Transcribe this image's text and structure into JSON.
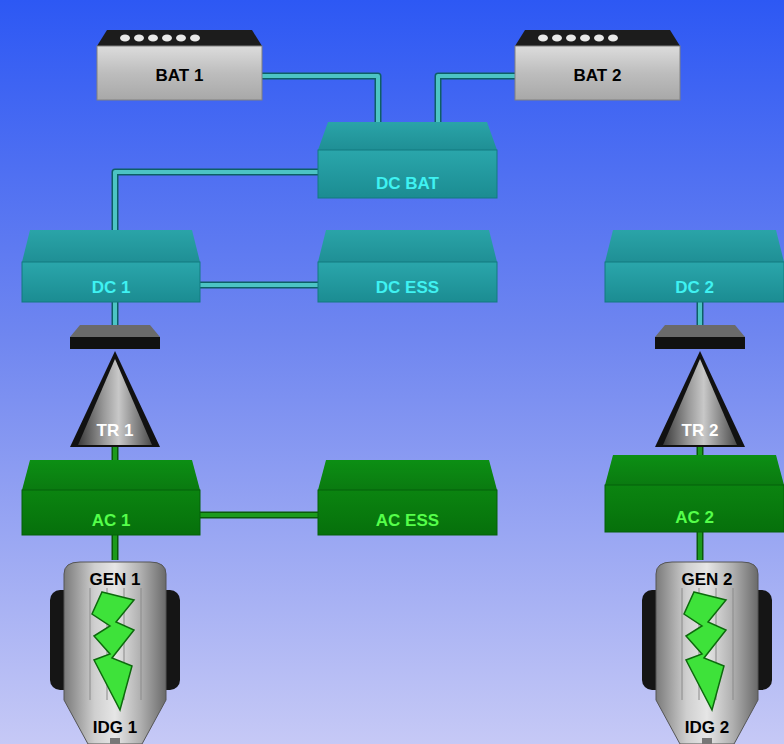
{
  "diagram": {
    "nodes": [
      {
        "text": [
          "BAT 1"
        ]
      },
      {
        "text": [
          "BAT 2"
        ]
      },
      {
        "text": [
          "DC BAT"
        ]
      },
      {
        "text": [
          "DC 1"
        ]
      },
      {
        "text": [
          "DC ESS"
        ]
      },
      {
        "text": [
          "DC 2"
        ]
      },
      {
        "text": [
          "TR 1"
        ]
      },
      {
        "text": [
          "TR 2"
        ]
      },
      {
        "text": [
          "AC 1"
        ]
      },
      {
        "text": [
          "AC ESS"
        ]
      },
      {
        "text": [
          "AC 2"
        ]
      },
      {
        "text": [
          "GEN 1",
          "IDG 1"
        ]
      },
      {
        "text": [
          "GEN 2",
          "IDG 2"
        ]
      }
    ],
    "edges": [
      {
        "from": 0,
        "to": 2,
        "arrow": "none"
      },
      {
        "from": 1,
        "to": 2,
        "arrow": "none"
      },
      {
        "from": 2,
        "to": 3,
        "arrow": "none"
      },
      {
        "from": 3,
        "to": 4,
        "arrow": "none"
      },
      {
        "from": 3,
        "to": 6,
        "arrow": "none"
      },
      {
        "from": 5,
        "to": 7,
        "arrow": "none"
      },
      {
        "from": 6,
        "to": 8,
        "arrow": "none"
      },
      {
        "from": 7,
        "to": 10,
        "arrow": "none"
      },
      {
        "from": 8,
        "to": 9,
        "arrow": "none"
      },
      {
        "from": 8,
        "to": 11,
        "arrow": "none"
      },
      {
        "from": 10,
        "to": 12,
        "arrow": "none"
      }
    ]
  }
}
